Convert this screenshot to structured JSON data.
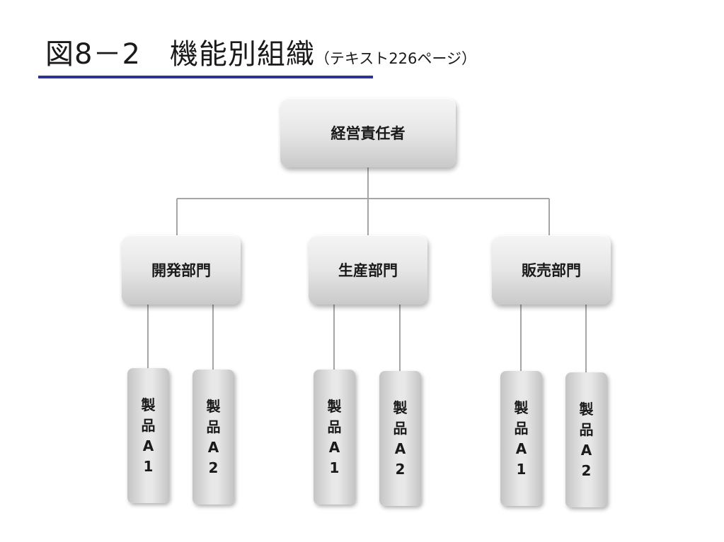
{
  "title": {
    "main": "図8－2　機能別組織",
    "sub": "（テキスト226ページ）"
  },
  "top": {
    "label": "経営責任者"
  },
  "departments": [
    {
      "label": "開発部門",
      "products": [
        {
          "label": "製品A1"
        },
        {
          "label": "製品A2"
        }
      ]
    },
    {
      "label": "生産部門",
      "products": [
        {
          "label": "製品A1"
        },
        {
          "label": "製品A2"
        }
      ]
    },
    {
      "label": "販売部門",
      "products": [
        {
          "label": "製品A1"
        },
        {
          "label": "製品A2"
        }
      ]
    }
  ],
  "colors": {
    "title_rule": "#2e3392",
    "connector": "#a6a6a6",
    "box_light": "#f5f5f5",
    "box_dark": "#c9c9c9"
  }
}
